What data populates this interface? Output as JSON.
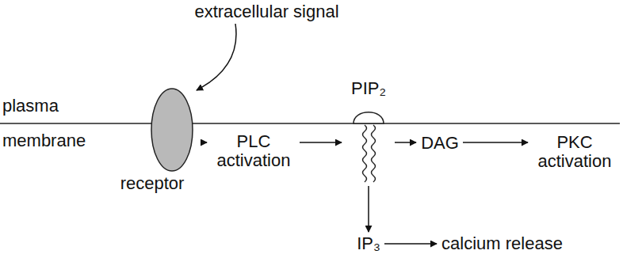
{
  "diagram": {
    "nodes": [
      {
        "text": [
          "extracellular signal"
        ]
      },
      {
        "text": [
          "receptor"
        ]
      },
      {
        "text": [
          "PLC activation"
        ]
      },
      {
        "text": [
          "PIP₂"
        ]
      },
      {
        "text": [
          "DAG"
        ]
      },
      {
        "text": [
          "PKC activation"
        ]
      },
      {
        "text": [
          "IP₃"
        ]
      },
      {
        "text": [
          "calcium release"
        ]
      }
    ],
    "edges": [
      {
        "from": 0,
        "to": 1,
        "arrow": "to"
      },
      {
        "from": 1,
        "to": 2,
        "arrow": "to"
      },
      {
        "from": 2,
        "to": 3,
        "arrow": "to"
      },
      {
        "from": 3,
        "to": 4,
        "arrow": "to"
      },
      {
        "from": 4,
        "to": 5,
        "arrow": "to"
      },
      {
        "from": 3,
        "to": 6,
        "arrow": "to"
      },
      {
        "from": 6,
        "to": 7,
        "arrow": "to"
      }
    ],
    "labels": [
      "plasma membrane"
    ]
  }
}
